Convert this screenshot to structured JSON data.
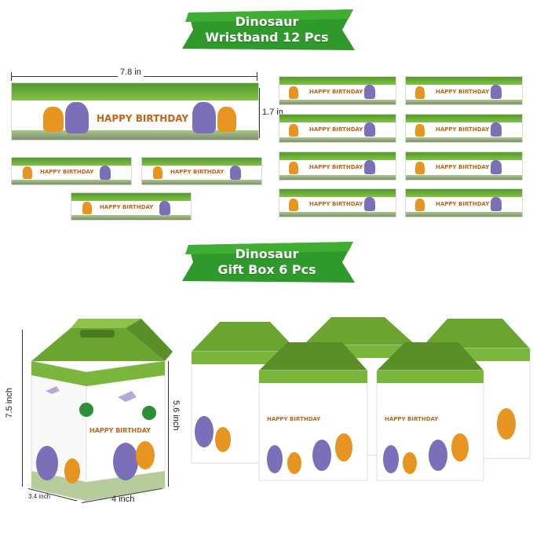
{
  "wristband_section": {
    "title_line1": "Dinosaur",
    "title_line2": "Wristband 12 Pcs",
    "width_label": "7.8 in",
    "height_label": "1.7 in",
    "band_text": "HAPPY BIRTHDAY"
  },
  "giftbox_section": {
    "title_line1": "Dinosaur",
    "title_line2": "Gift Box 6 Pcs",
    "height_label": "7.5 inch",
    "side_height_label": "5.6 inch",
    "depth_label": "3.4 inch",
    "width_label": "4 inch",
    "box_text": "HAPPY BIRTHDAY"
  },
  "colors": {
    "ribbon_green": "#2f9a2b",
    "leaf_green": "#7bb63c",
    "dino_purple": "#7a6fb8",
    "dino_orange": "#e79420",
    "text_orange": "#c4641a"
  }
}
